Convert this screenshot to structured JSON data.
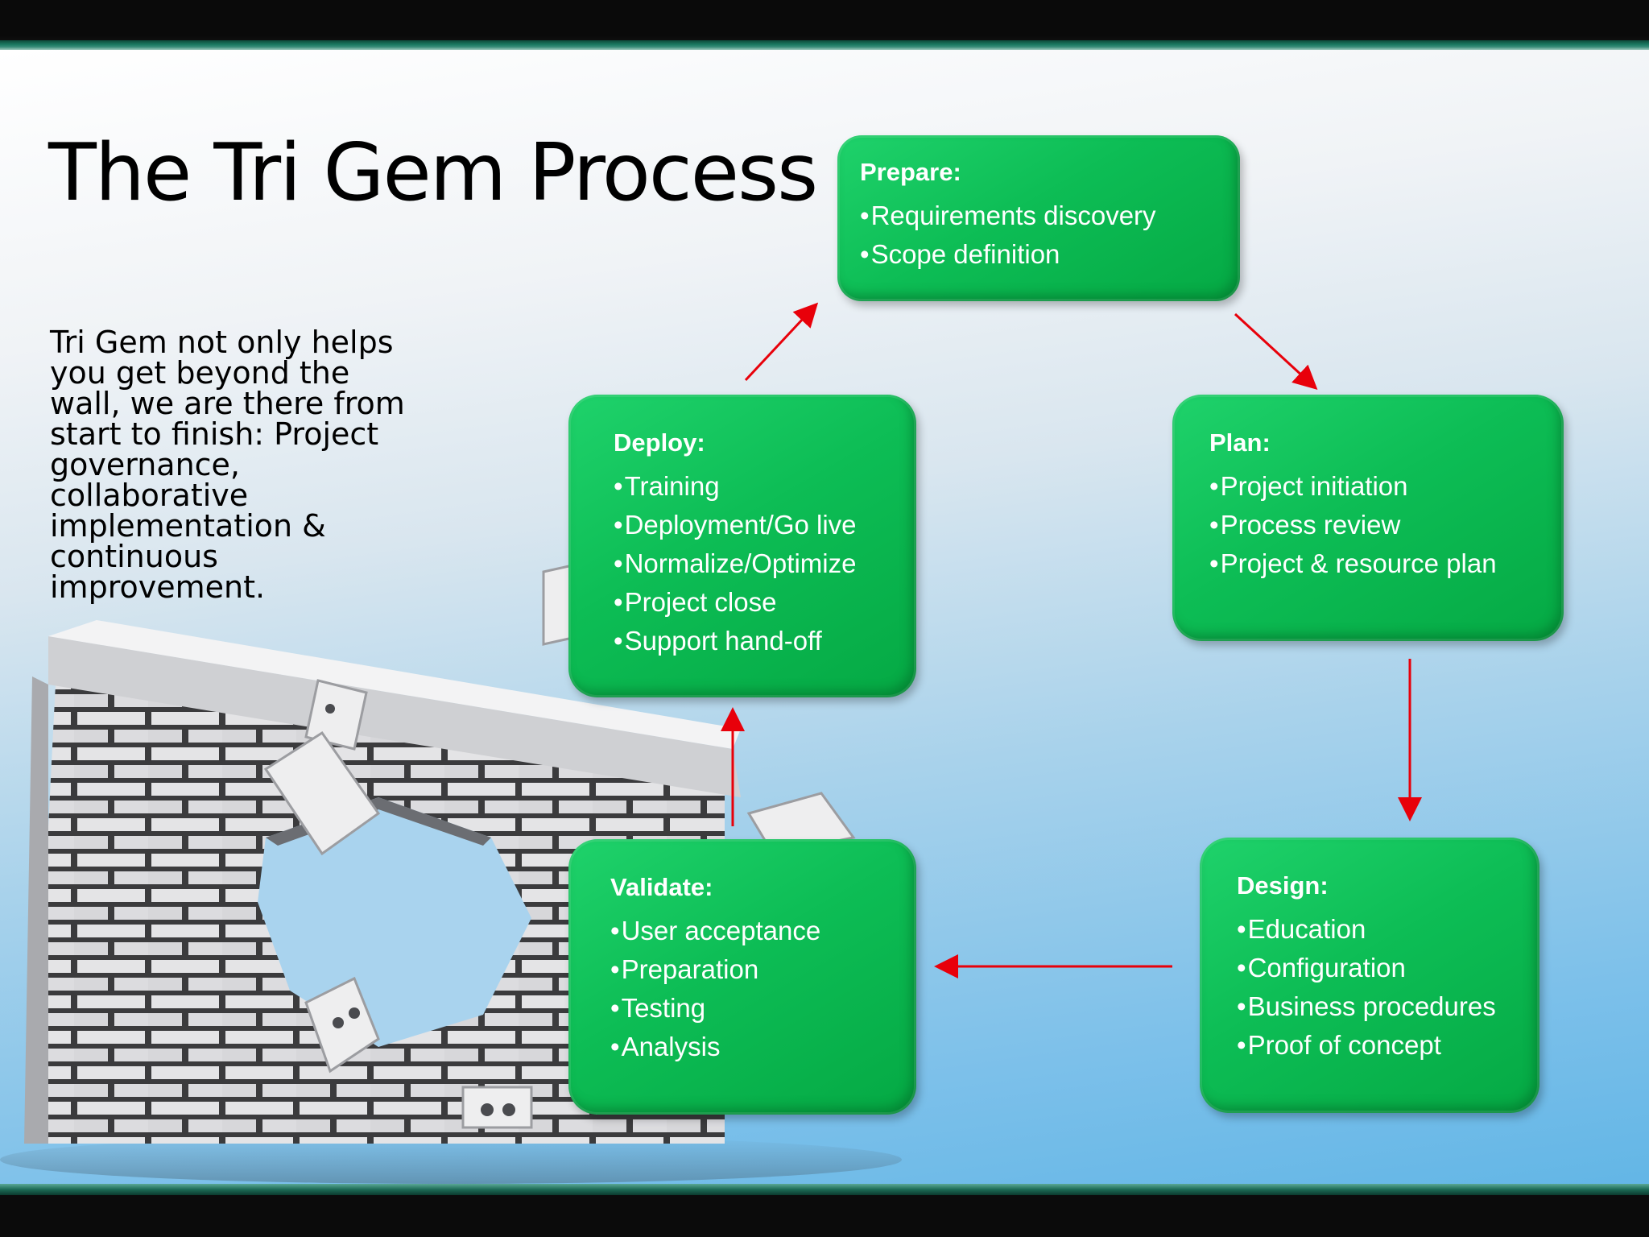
{
  "slide": {
    "title": "The Tri Gem Process",
    "intro": "Tri Gem not only helps you get beyond the wall, we are there from start to finish: Project governance, collaborative implementation & continuous improvement."
  },
  "colors": {
    "box_green": "#0dbd55",
    "arrow_red": "#e8000a",
    "frame_teal": "#1b7a62"
  },
  "boxes": {
    "prepare": {
      "title": "Prepare:",
      "items": [
        "Requirements discovery",
        "Scope definition"
      ]
    },
    "plan": {
      "title": "Plan:",
      "items": [
        "Project initiation",
        "Process review",
        "Project & resource plan"
      ]
    },
    "design": {
      "title": "Design:",
      "items": [
        "Education",
        "Configuration",
        "Business procedures",
        "Proof of concept"
      ]
    },
    "validate": {
      "title": "Validate:",
      "items": [
        "User acceptance",
        "Preparation",
        "Testing",
        "Analysis"
      ]
    },
    "deploy": {
      "title": "Deploy:",
      "items": [
        "Training",
        "Deployment/Go live",
        "Normalize/Optimize",
        "Project close",
        "Support hand-off"
      ]
    }
  },
  "bullet_glyph": "•",
  "illustration": {
    "icon": "broken-brick-wall-illustration"
  }
}
